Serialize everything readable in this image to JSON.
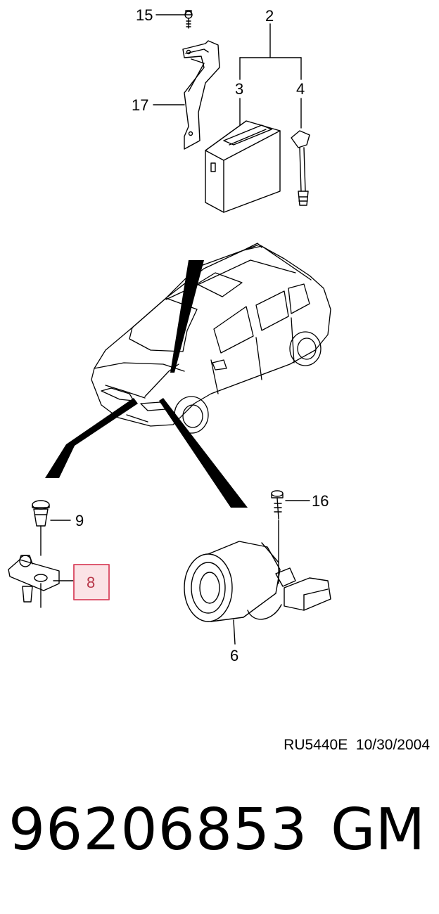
{
  "callouts": {
    "c15": "15",
    "c2": "2",
    "c3": "3",
    "c4": "4",
    "c17": "17",
    "c9": "9",
    "c8": "8",
    "c16": "16",
    "c6": "6"
  },
  "highlight_color": "#d9455f",
  "highlight_fill": "#fbe3e6",
  "reference": "RU5440E  10/30/2004",
  "part_number": "96206853",
  "brand": "GM"
}
